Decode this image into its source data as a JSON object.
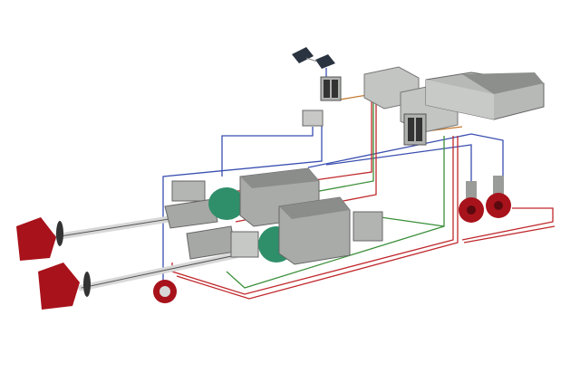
{
  "diagram": {
    "labels": [],
    "colors": {
      "background": "#ffffff",
      "equipment_gray": "#b9bbb8",
      "equipment_dark": "#7d807d",
      "gearbox_green": "#2f8f6a",
      "rudder_red": "#a8121b",
      "wire_blue": "#3a4fb0",
      "wire_red": "#c0282c",
      "wire_green": "#3c8f3a",
      "wire_orange": "#c47a30"
    },
    "icons": [
      "satellite-antenna",
      "propeller",
      "rudder",
      "azimuth-thruster",
      "bow-thruster",
      "diesel-engine",
      "gearbox",
      "switchboard"
    ]
  }
}
